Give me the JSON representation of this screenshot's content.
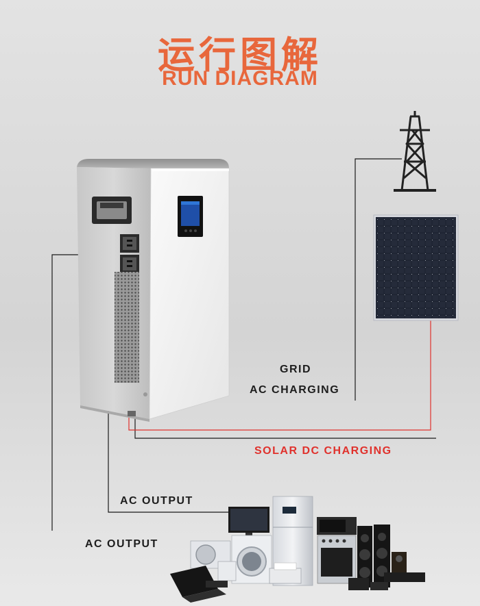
{
  "header": {
    "title_cn": "运行图解",
    "title_en": "RUN DIAGRAM"
  },
  "labels": {
    "grid": "GRID",
    "ac_charging": "AC CHARGING",
    "solar_dc_charging": "SOLAR DC CHARGING",
    "ac_output_upper": "AC OUTPUT",
    "ac_output_lower": "AC OUTPUT"
  },
  "colors": {
    "title": "#e8673c",
    "solar_line": "#e0312c",
    "wire": "#1a1a1a"
  },
  "icons": {
    "tower": "transmission-tower-icon",
    "solar": "solar-panel-icon",
    "unit": "energy-storage-unit",
    "appliances": "appliances-group"
  }
}
